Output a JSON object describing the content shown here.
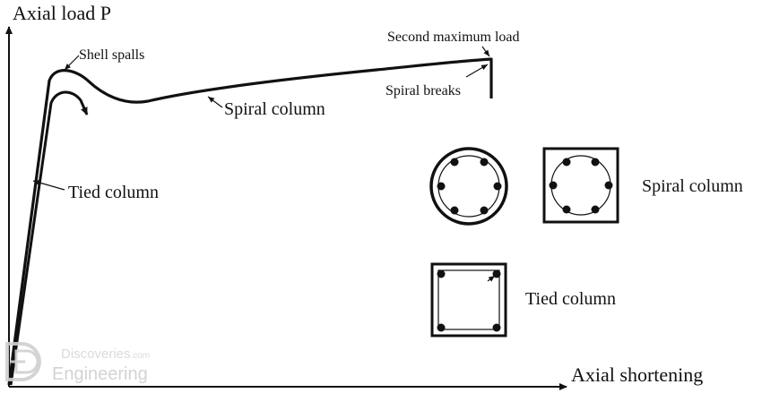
{
  "axes": {
    "y_label": "Axial load P",
    "x_label": "Axial shortening"
  },
  "curves": {
    "spiral_label": "Spiral column",
    "tied_label": "Tied column"
  },
  "annotations": {
    "shell_spalls": "Shell spalls",
    "second_max_load": "Second maximum load",
    "spiral_breaks": "Spiral breaks"
  },
  "sections": {
    "spiral_label": "Spiral column",
    "tied_label": "Tied column"
  },
  "watermark": {
    "line1": "Discoveries",
    "tld": ".com",
    "line2": "Engineering"
  },
  "colors": {
    "ink": "#111111",
    "watermark": "#cfcfcf"
  }
}
